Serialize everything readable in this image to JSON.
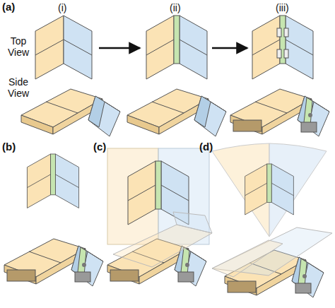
{
  "diagram": {
    "labels": [
      "(a)",
      "(i)",
      "(ii)",
      "(iii)",
      "Top View",
      "Side View",
      "(b)",
      "(c)",
      "(d)"
    ]
  }
}
